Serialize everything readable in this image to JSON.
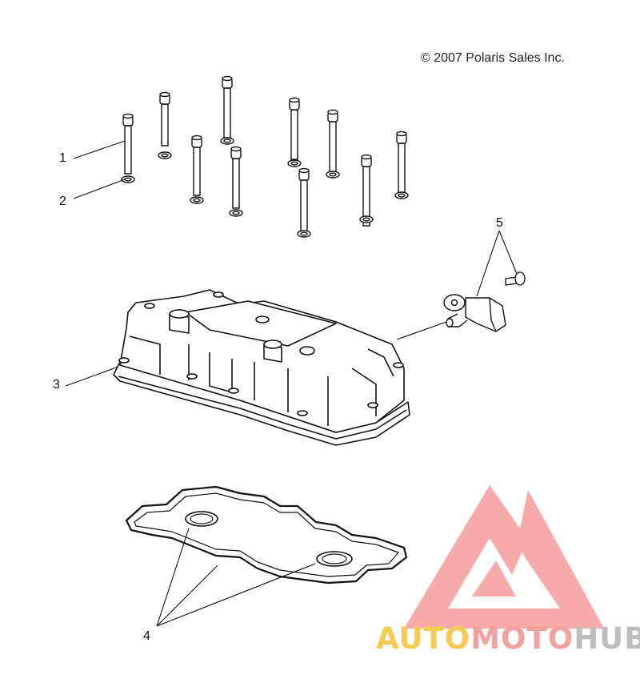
{
  "copyright": "© 2007 Polaris Sales Inc.",
  "callouts": [
    {
      "id": "1",
      "label": "1"
    },
    {
      "id": "2",
      "label": "2"
    },
    {
      "id": "3",
      "label": "3"
    },
    {
      "id": "4",
      "label": "4"
    },
    {
      "id": "5",
      "label": "5"
    }
  ],
  "watermark": {
    "part1": "AUTO",
    "part2": "MOTO",
    "part3": "HUB",
    "colors": {
      "auto": "#f7c94e",
      "moto": "#f3a0a0",
      "hub": "#bdbdbd",
      "logo": "#f58a8a"
    }
  },
  "parts": {
    "bolts": {
      "count": 10,
      "icon": "cap-screw-icon"
    },
    "washers": {
      "count": 10,
      "icon": "washer-icon"
    },
    "cover": {
      "icon": "valve-cover-icon"
    },
    "gasket": {
      "icon": "gasket-icon"
    },
    "sensor": {
      "icon": "cam-sensor-icon"
    }
  }
}
